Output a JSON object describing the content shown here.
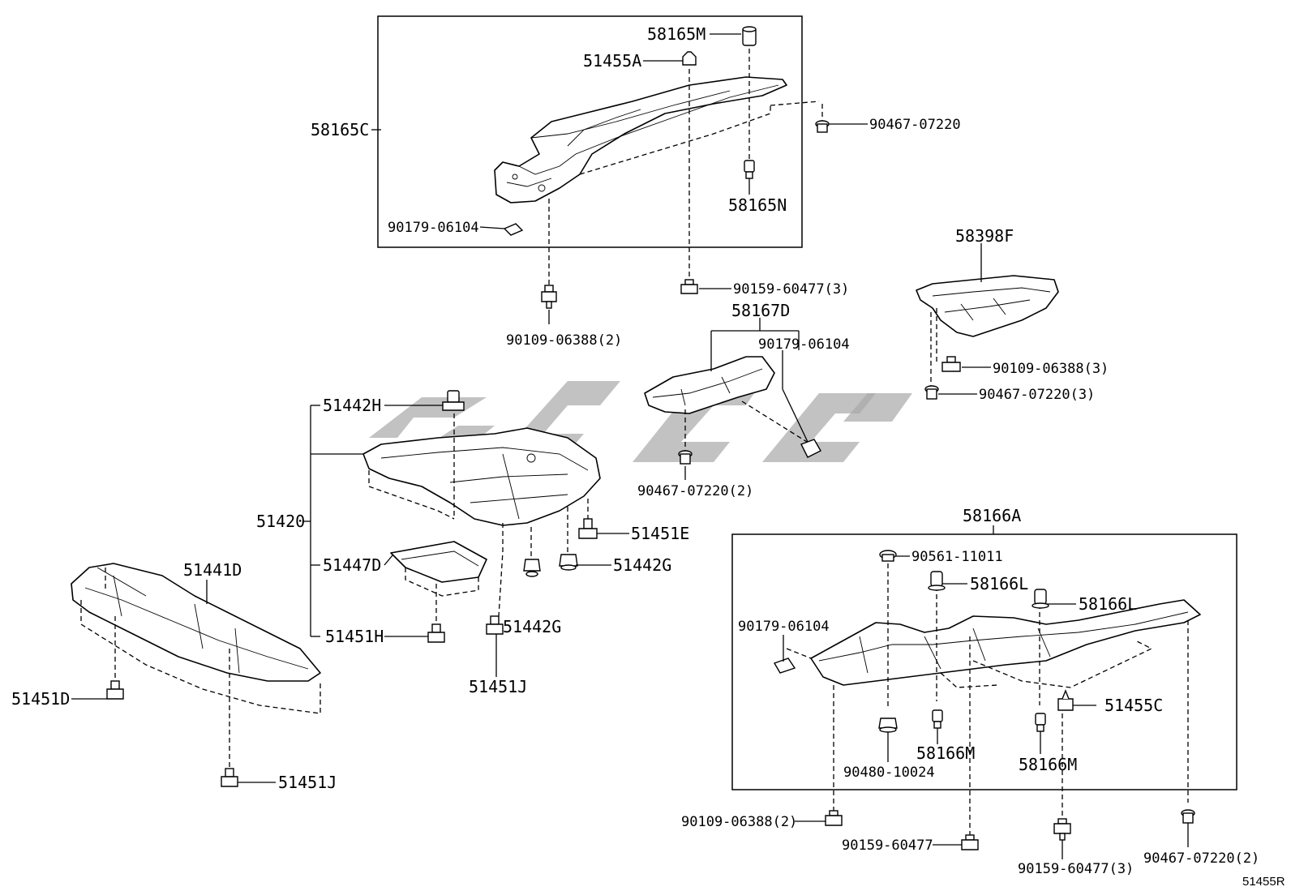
{
  "diagram_code": "51455R",
  "parts": {
    "p58165M": "58165M",
    "p51455A": "51455A",
    "p58165C": "58165C",
    "p90467_07220_a": "90467-07220",
    "p58165N": "58165N",
    "p90179_06104_a": "90179-06104",
    "p58398F": "58398F",
    "p90159_60477_3_a": "90159-60477(3)",
    "p58167D": "58167D",
    "p90179_06104_b": "90179-06104",
    "p90109_06388_2_a": "90109-06388(2)",
    "p90109_06388_3": "90109-06388(3)",
    "p90467_07220_3": "90467-07220(3)",
    "p51442H": "51442H",
    "p90467_07220_2_a": "90467-07220(2)",
    "p51420": "51420",
    "p51451E": "51451E",
    "p58166A": "58166A",
    "p51442G_a": "51442G",
    "p51447D": "51447D",
    "p51441D": "51441D",
    "p90561_11011": "90561-11011",
    "p58166L_a": "58166L",
    "p58166L_b": "58166L",
    "p51451H": "51451H",
    "p51442G_b": "51442G",
    "p90179_06104_c": "90179-06104",
    "p51451J_a": "51451J",
    "p51451D": "51451D",
    "p51455C": "51455C",
    "p58166M_a": "58166M",
    "p58166M_b": "58166M",
    "p90480_10024": "90480-10024",
    "p51451J_b": "51451J",
    "p90109_06388_2_b": "90109-06388(2)",
    "p90159_60477": "90159-60477",
    "p90159_60477_3_b": "90159-60477(3)",
    "p90467_07220_2_b": "90467-07220(2)"
  }
}
